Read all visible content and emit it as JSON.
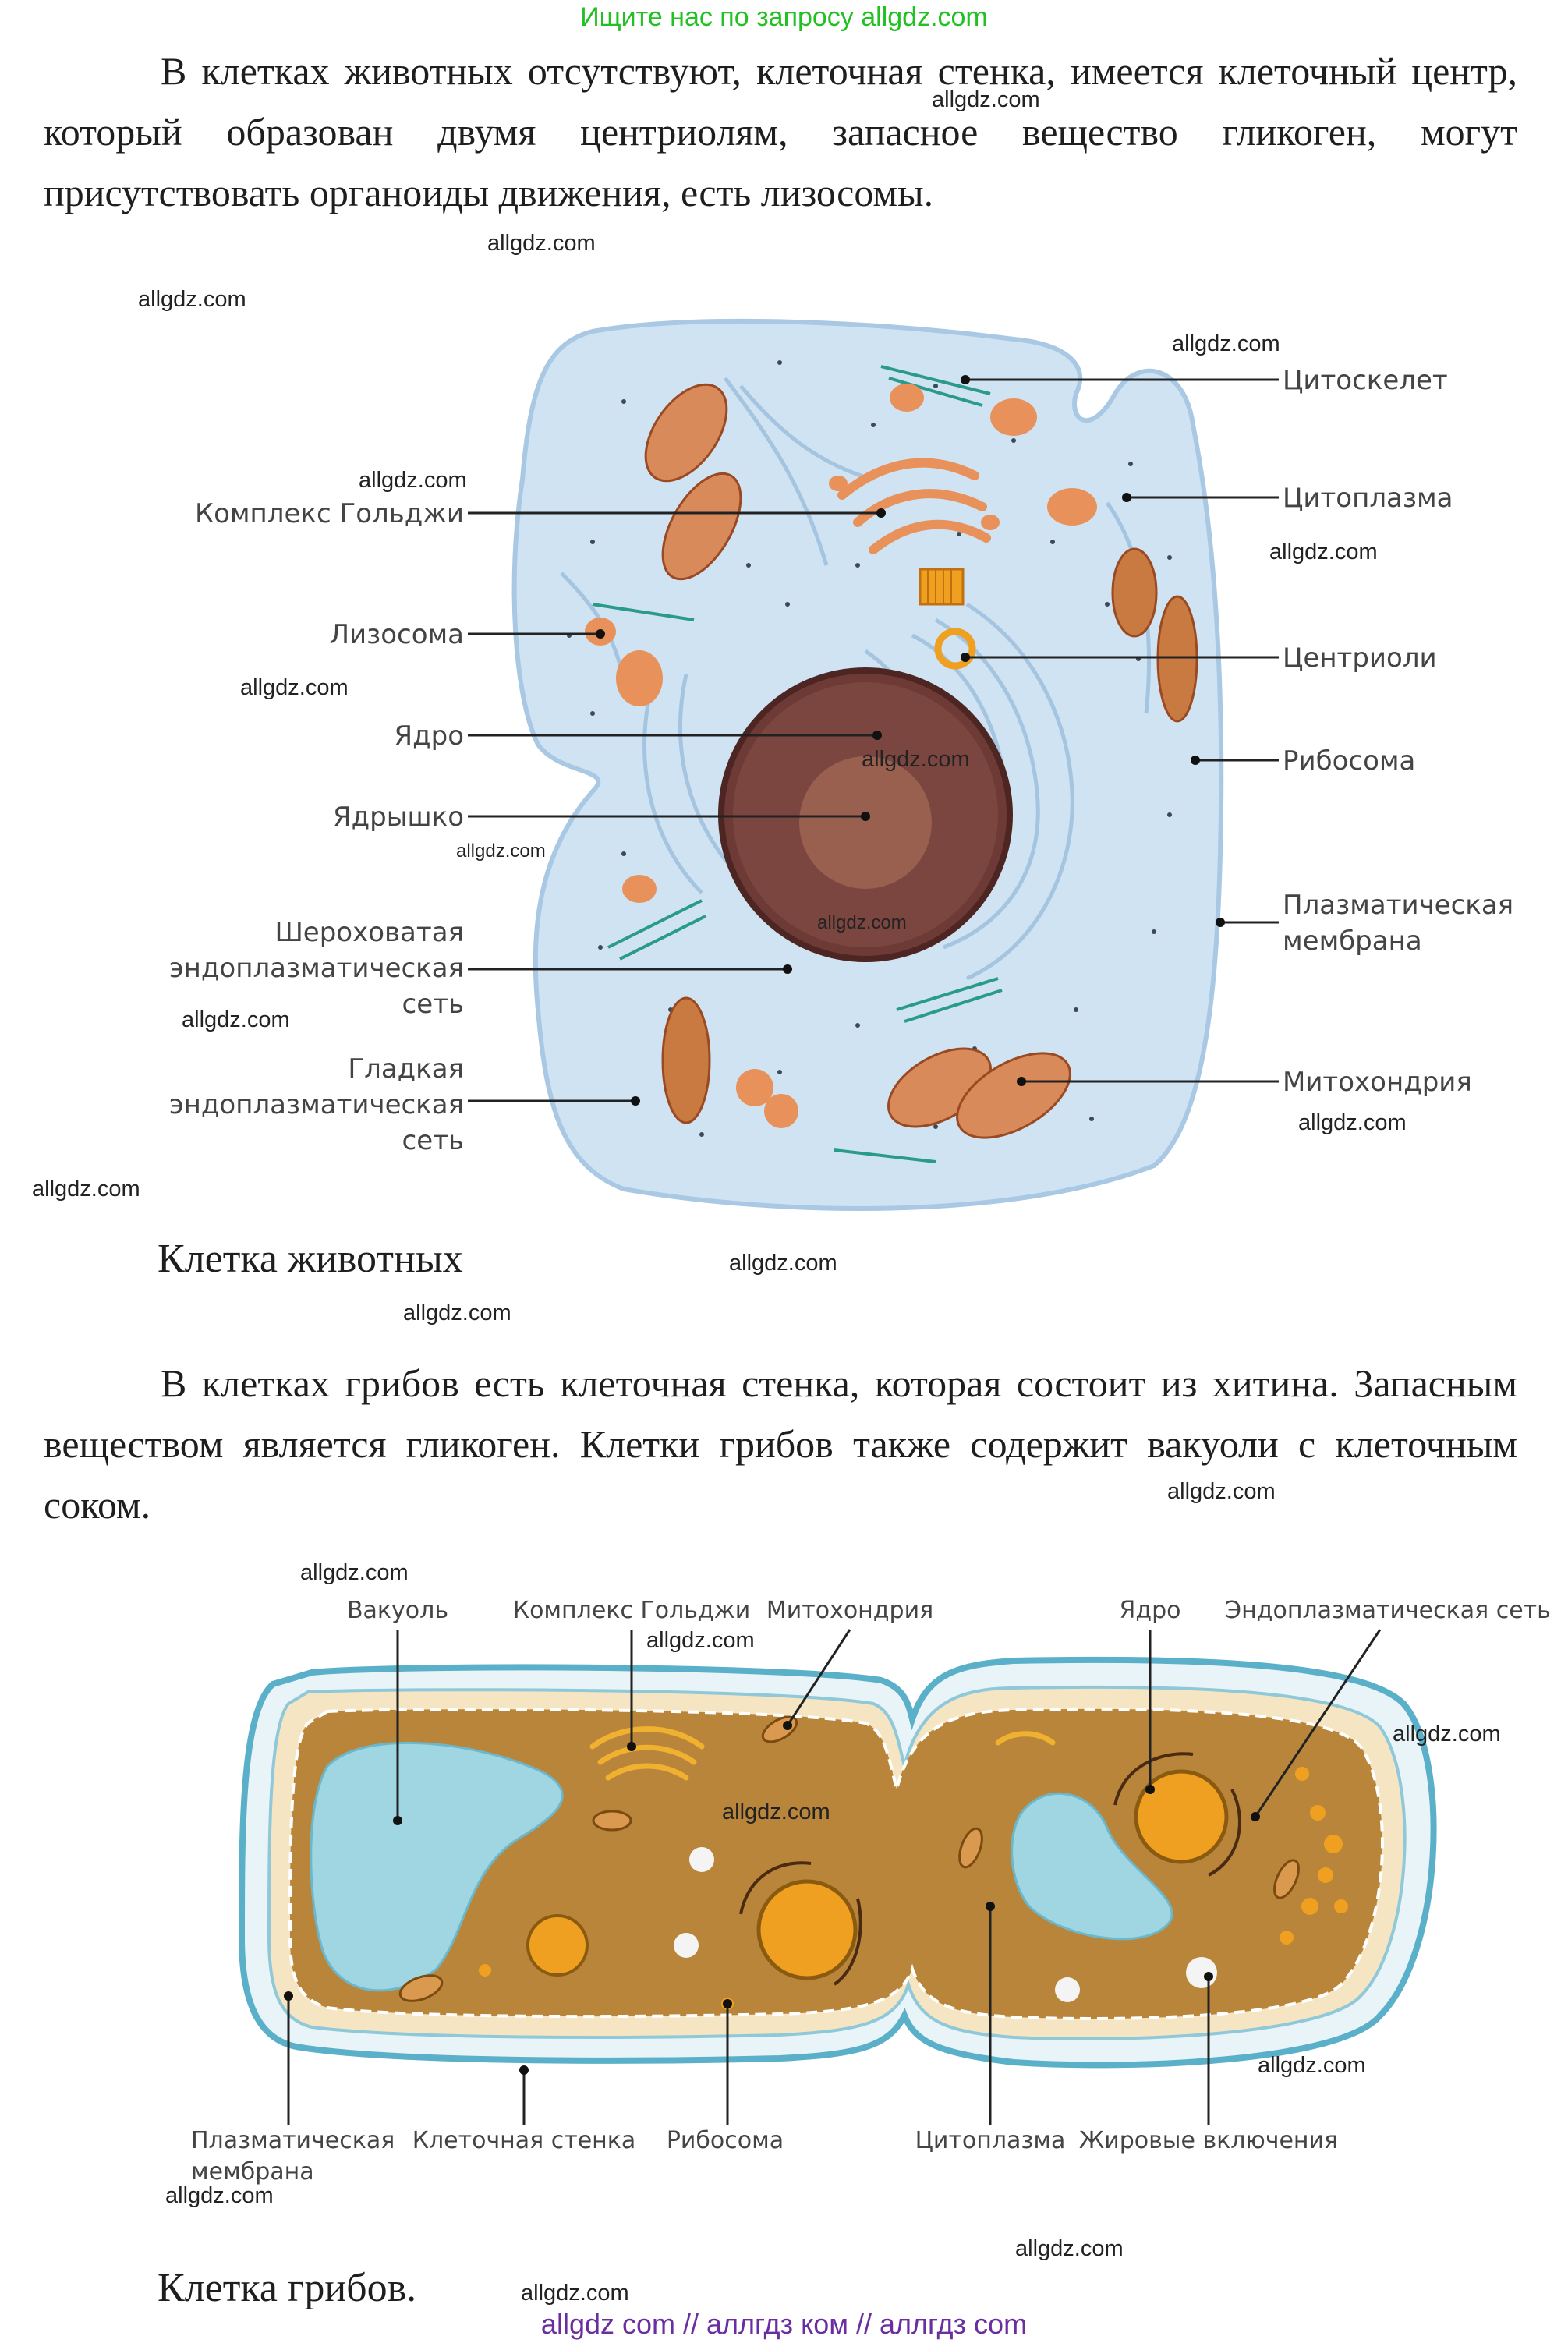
{
  "header": "Ищите нас по запросу allgdz.com",
  "para1": "В клетках животных отсутствуют, клеточная стенка, имеется клеточный центр, который образован двумя центриолям, запасное вещество гликоген, могут присутствовать органоиды движения, есть лизосомы.",
  "animal": {
    "caption": "Клетка животных",
    "labels": {
      "cytoskeleton": "Цитоскелет",
      "cytoplasm": "Цитоплазма",
      "golgi": "Комплекс Гольджи",
      "lysosome": "Лизосома",
      "centrioles": "Центриоли",
      "nucleus": "Ядро",
      "ribosome": "Рибосома",
      "nucleolus": "Ядрышко",
      "rough_er_1": "Шероховатая",
      "rough_er_2": "эндоплазматическая",
      "rough_er_3": "сеть",
      "membrane_1": "Плазматическая",
      "membrane_2": "мембрана",
      "smooth_er_1": "Гладкая",
      "smooth_er_2": "эндоплазматическая",
      "smooth_er_3": "сеть",
      "mitochondria": "Митохондрия"
    }
  },
  "para2": "В клетках грибов есть клеточная стенка, которая состоит из хитина. Запасным веществом является гликоген. Клетки грибов также содержит вакуоли с клеточным соком.",
  "fungal": {
    "caption": "Клетка грибов.",
    "labels": {
      "vacuole": "Вакуоль",
      "golgi": "Комплекс Гольджи",
      "mitochondria": "Митохондрия",
      "nucleus": "Ядро",
      "er": "Эндоплазматическая сеть",
      "membrane_1": "Плазматическая",
      "membrane_2": "мембрана",
      "cell_wall": "Клеточная стенка",
      "ribosome": "Рибосома",
      "cytoplasm": "Цитоплазма",
      "fat": "Жировые включения"
    }
  },
  "watermark": "allgdz.com",
  "footer": "allgdz com  //  аллгдз ком  //  аллгдз com",
  "colors": {
    "header_green": "#22c022",
    "footer_purple": "#6a2ea0",
    "cell_blue": "#cfe3f3",
    "organelle_orange": "#e8915a",
    "nucleus_brown": "#6e3a35",
    "fungal_brown": "#b07a2e"
  }
}
